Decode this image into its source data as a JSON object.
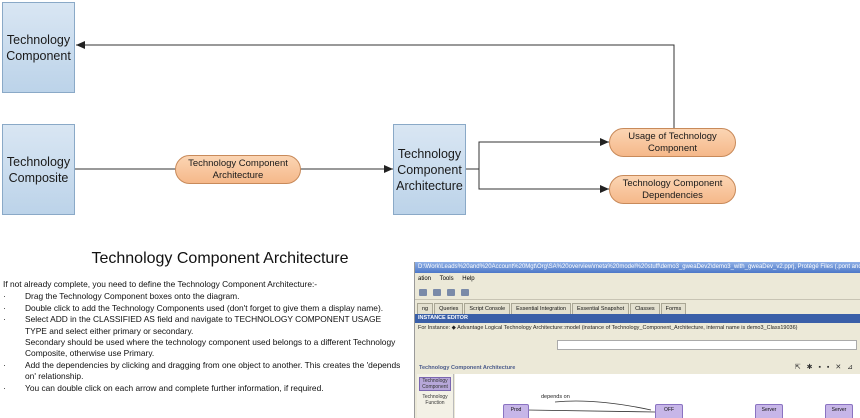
{
  "diagram": {
    "boxes": {
      "technology_component": "Technology Component",
      "technology_composite": "Technology Composite",
      "technology_component_architecture": "Technology Component Architecture"
    },
    "pills": {
      "tca_relation": "Technology Component Architecture",
      "usage": "Usage of Technology Component",
      "dependencies": "Technology Component Dependencies"
    }
  },
  "section": {
    "title": "Technology Component Architecture",
    "intro": "If not already complete, you need to define the Technology Component Architecture:-",
    "bullet": "·",
    "steps": [
      "Drag the Technology Component boxes onto the diagram.",
      "Double click to add the Technology Components used (don't forget to give them a display name).",
      "Select ADD in the CLASSIFIED AS field and navigate to TECHNOLOGY COMPONENT USAGE TYPE and select either primary or secondary.",
      "Add the dependencies by clicking and dragging from one object to another.  This creates the 'depends on' relationship.",
      "You can double click on each arrow and complete further information, if required."
    ],
    "step3_note": "Secondary should be used where the technology component used belongs to a different Technology Composite, otherwise use Primary."
  },
  "screenshot": {
    "titlebar": "D:\\Work\\Leads%20and%20Account%20Mgt\\Org\\SA%20overview\\meta%20model%20stuff\\demo3_gweaDev2\\demo3_with_gweaDev_v2.pprj, Protégé Files (.pont and .p...",
    "menu": [
      "ation",
      "Tools",
      "Help"
    ],
    "tabs": [
      "ng",
      "Queries",
      "Script Console",
      "Essential Integration",
      "Essential Snapshot",
      "Classes",
      "Forms"
    ],
    "instance_editor_label": "INSTANCE EDITOR",
    "instance_line": "For Instance:  ◆  Advantage Logical Technology Architecture::model   (instance of Technology_Component_Architecture, internal name is demo3_Class19036)",
    "canvas_title": "Technology Component Architecture",
    "canvas_tools": "⇱ ✱ ▪ ▪ ✕ ⊿",
    "palette": [
      "Technology Component",
      "Technology Function"
    ],
    "nodes": [
      "Prod",
      "OFF",
      "Server",
      "Server"
    ],
    "edge_label": "depends on"
  }
}
